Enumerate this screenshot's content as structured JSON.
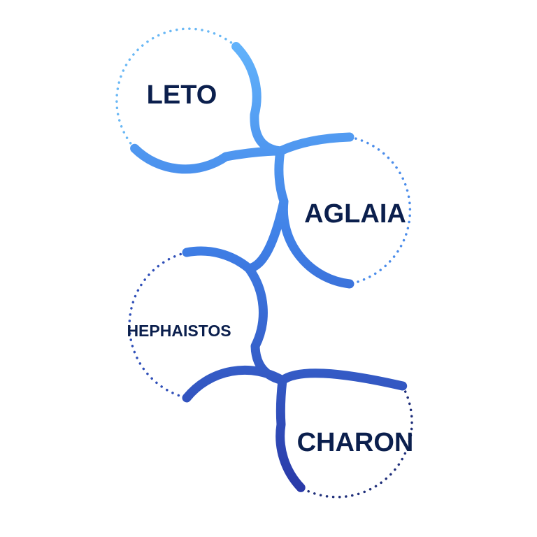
{
  "diagram": {
    "nodes": [
      {
        "label": "LETO"
      },
      {
        "label": "AGLAIA"
      },
      {
        "label": "HEPHAISTOS"
      },
      {
        "label": "CHARON"
      }
    ]
  },
  "colors": {
    "gradient_top": "#62b3fb",
    "gradient_mid": "#3f7fe6",
    "gradient_bottom": "#2a3aa8",
    "dots_light": "#6ab8f5",
    "dots_dark": "#1f2f7a",
    "label_text": "#0b1f4d",
    "background": "#ffffff"
  }
}
